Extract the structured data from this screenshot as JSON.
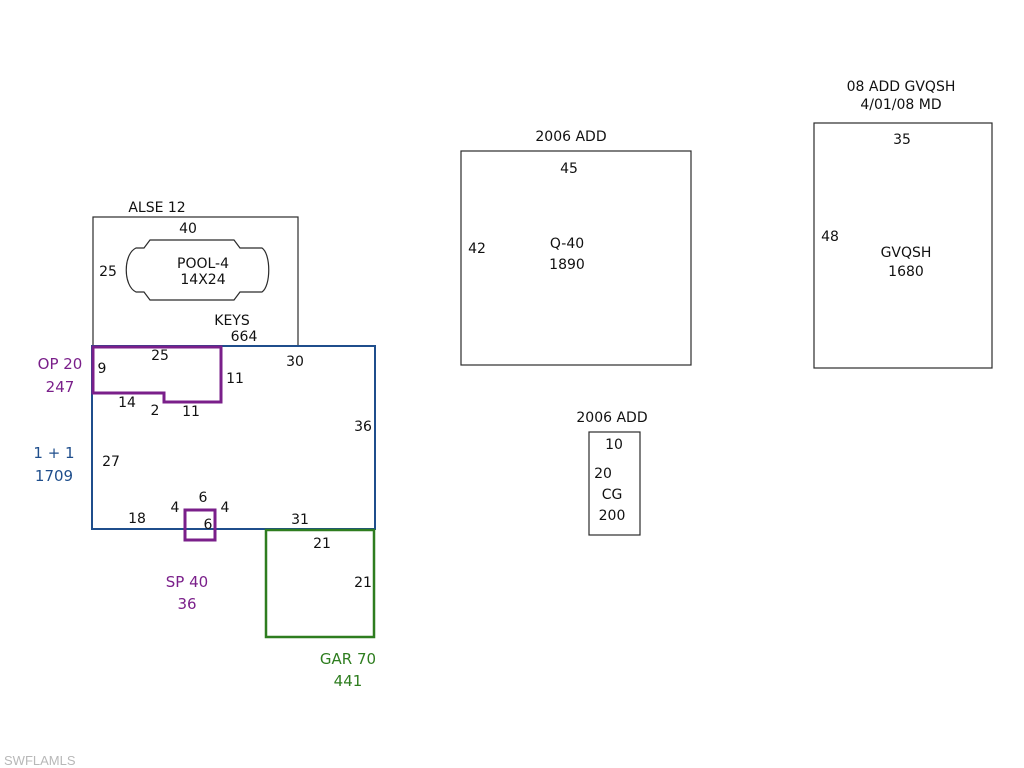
{
  "colors": {
    "outline": "#2b2b2b",
    "main_house": "#1f4e8c",
    "porch": "#7a1f8a",
    "garage": "#2e7d1f",
    "watermark": "#b8b8b8"
  },
  "pool_area": {
    "label": "ALSE 12",
    "top_dim": "40",
    "left_dim": "25",
    "pool_name": "POOL-4",
    "pool_size": "14X24",
    "keys_label": "KEYS",
    "keys_area": "664"
  },
  "main_house": {
    "label": "1 + 1",
    "area": "1709",
    "dims": {
      "top": "30",
      "right": "36",
      "left": "27",
      "bottom_left": "18",
      "bottom_right": "31"
    }
  },
  "open_porch": {
    "label": "OP 20",
    "area": "247",
    "dims": {
      "left": "9",
      "top": "25",
      "right": "11",
      "bottom_left": "14",
      "step": "2",
      "bottom_right": "11"
    }
  },
  "screen_porch": {
    "label": "SP 40",
    "area": "36",
    "dims": {
      "left": "4",
      "top": "6",
      "right": "4",
      "inner": "6"
    }
  },
  "garage": {
    "label": "GAR 70",
    "area": "441",
    "dims": {
      "top": "21",
      "right": "21"
    }
  },
  "addition_q40": {
    "heading": "2006 ADD",
    "top_dim": "45",
    "left_dim": "42",
    "label": "Q-40",
    "area": "1890"
  },
  "addition_gvqsh": {
    "heading_line1": "08 ADD GVQSH",
    "heading_line2": "4/01/08 MD",
    "top_dim": "35",
    "left_dim": "48",
    "label": "GVQSH",
    "area": "1680"
  },
  "addition_cg": {
    "heading": "2006 ADD",
    "top_dim": "10",
    "left_dim": "20",
    "label": "CG",
    "area": "200"
  },
  "watermark": "SWFLAMLS"
}
